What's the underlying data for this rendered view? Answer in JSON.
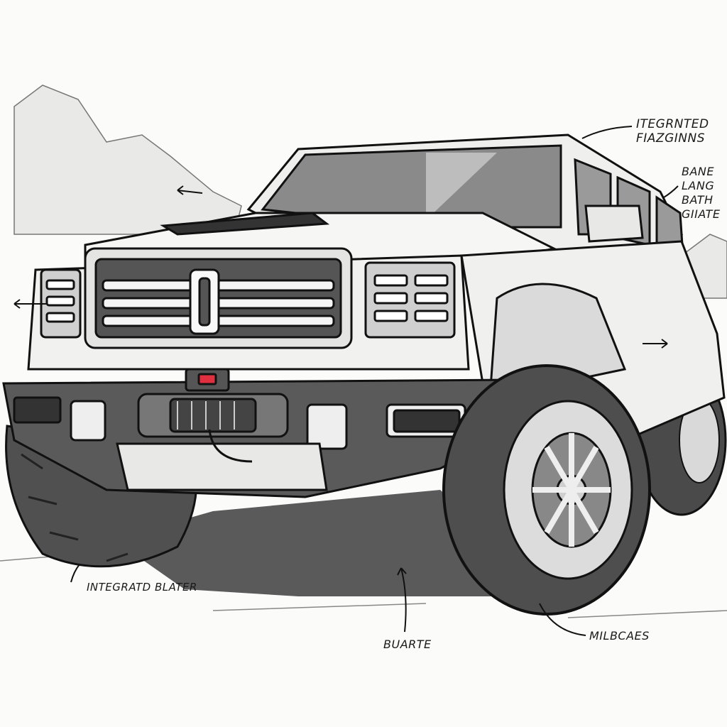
{
  "annotations": {
    "roof_line1": "ITEGRNTED",
    "roof_line2": "FIAZGINNS",
    "side_line1": "BANE",
    "side_line2": "LANG",
    "side_line3": "BATH",
    "side_line4": "GIIATE",
    "bumper": "INTEGRATD BLATER",
    "center": "BUARTE",
    "tire": "MILBCAES"
  },
  "colors": {
    "ink": "#1a1a1a",
    "shade": "#3a3a3a",
    "paper": "#fbfbfa",
    "tail_light": "#e03040"
  }
}
